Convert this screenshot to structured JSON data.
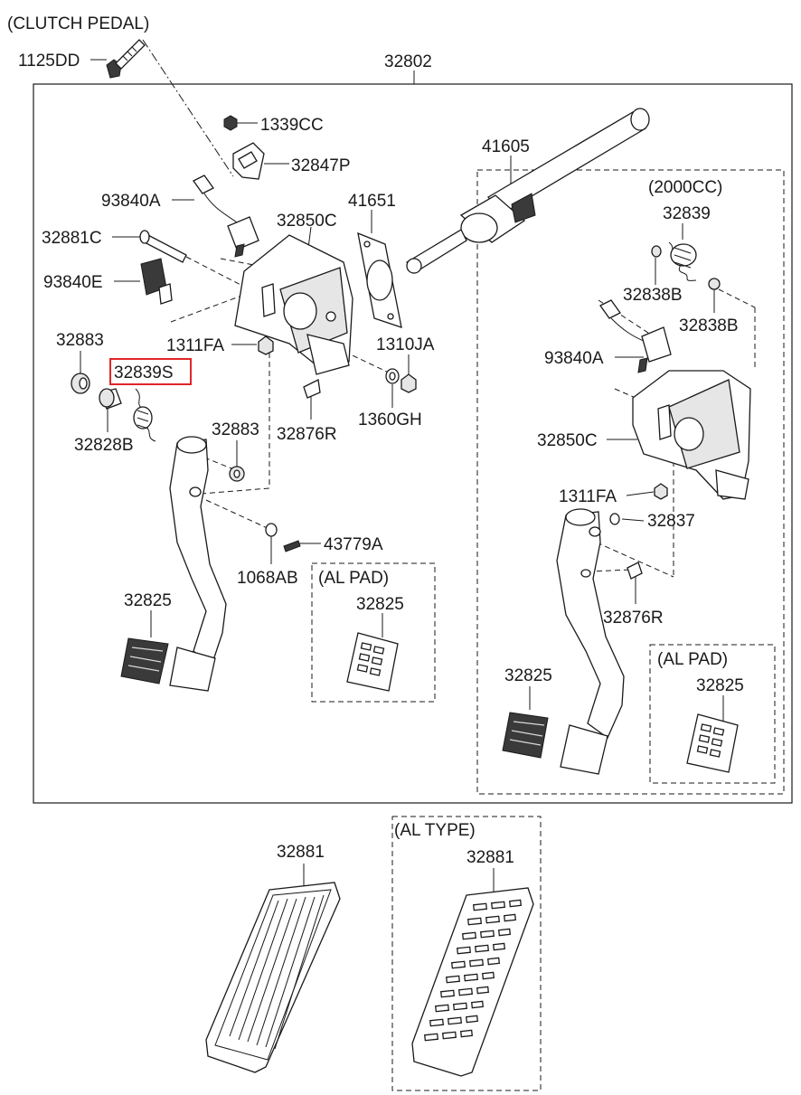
{
  "titles": {
    "clutch_pedal": "(CLUTCH PEDAL)",
    "engine_2000cc": "(2000CC)",
    "al_pad_left": "(AL PAD)",
    "al_pad_right": "(AL PAD)",
    "al_type": "(AL TYPE)"
  },
  "highlighted_part": "32839S",
  "labels": {
    "p1125DD": "1125DD",
    "p32802": "32802",
    "p1339CC": "1339CC",
    "p32847P": "32847P",
    "p41605": "41605",
    "p93840A_l": "93840A",
    "p41651": "41651",
    "p32850C_l": "32850C",
    "p32881C": "32881C",
    "p93840E": "93840E",
    "p32883_a": "32883",
    "p1311FA_l": "1311FA",
    "p1310JA": "1310JA",
    "p32839S": "32839S",
    "p1360GH": "1360GH",
    "p32828B": "32828B",
    "p32876R_l": "32876R",
    "p32883_b": "32883",
    "p43779A": "43779A",
    "p1068AB": "1068AB",
    "p32825_l": "32825",
    "p32825_alpad_l": "32825",
    "p32839": "32839",
    "p32838B_a": "32838B",
    "p32838B_b": "32838B",
    "p93840A_r": "93840A",
    "p32850C_r": "32850C",
    "p1311FA_r": "1311FA",
    "p32837": "32837",
    "p32876R_r": "32876R",
    "p32825_r": "32825",
    "p32825_alpad_r": "32825",
    "p32881": "32881",
    "p32881_al": "32881"
  }
}
